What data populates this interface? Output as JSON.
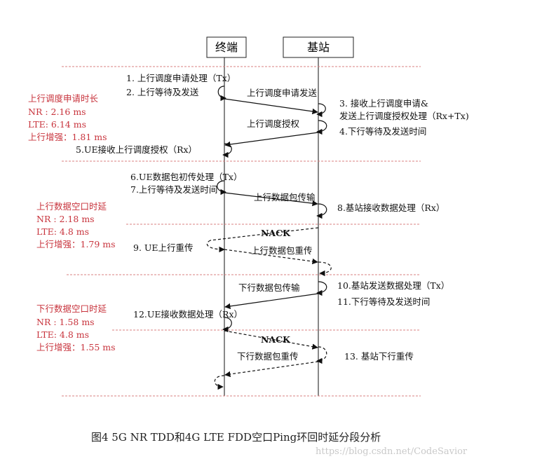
{
  "entities": {
    "left": "终端",
    "right": "基站"
  },
  "steps": {
    "s1": "1. 上行调度申请处理（Tx）",
    "s2": "2. 上行等待及发送",
    "s3a": "3. 接收上行调度申请&",
    "s3b": "发送上行调度授权处理（Rx+Tx)",
    "s4": "4.下行等待及发送时间",
    "s5": "5.UE接收上行调度授权（Rx）",
    "s6": "6.UE数据包初传处理（Tx）",
    "s7": "7.上行等待及发送时间",
    "s8": "8.基站接收数据处理（Rx）",
    "s9": "9. UE上行重传",
    "s10": "10.基站发送数据处理（Tx）",
    "s11": "11.下行等待及发送时间",
    "s12": "12.UE接收数据处理（Rx）",
    "s13": "13. 基站下行重传"
  },
  "messages": {
    "m1": "上行调度申请发送",
    "m2": "上行调度授权",
    "m3": "上行数据包传输",
    "m4": "NACK",
    "m5": "上行数据包重传",
    "m6": "下行数据包传输",
    "m7": "NACK",
    "m8": "下行数据包重传"
  },
  "latency_notes": {
    "a": {
      "title": "上行调度申请时长",
      "nr": "NR : 2.16 ms",
      "lte": "LTE: 6.14 ms",
      "gain": "上行增强：1.81 ms"
    },
    "b": {
      "title": "上行数据空口时延",
      "nr": "NR : 2.18 ms",
      "lte": "LTE: 4.8 ms",
      "gain": "上行增强：1.79 ms"
    },
    "c": {
      "title": "下行数据空口时延",
      "nr": "NR : 1.58 ms",
      "lte": "LTE: 4.8 ms",
      "gain": "上行增强：1.55 ms"
    }
  },
  "caption": "图4    5G NR TDD和4G LTE FDD空口Ping环回时延分段分析",
  "watermark": "https://blog.csdn.net/CodeSavior",
  "colors": {
    "note_red": "#c8343d",
    "separator_red": "#d88080",
    "line": "#111111"
  }
}
